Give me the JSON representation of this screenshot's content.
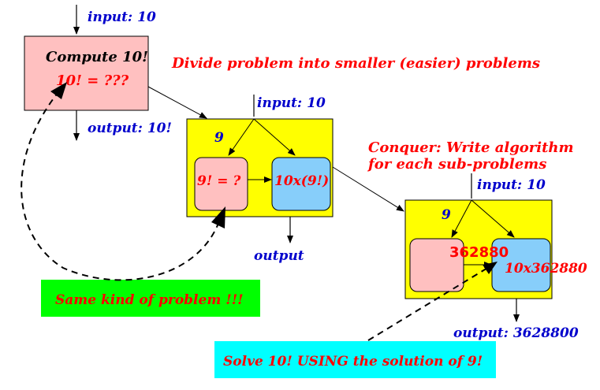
{
  "colors": {
    "pink": "#ffc0c0",
    "yellow": "#ffff00",
    "blue": "#87cefa",
    "green": "#00ff00",
    "cyan": "#00ffff",
    "label_blue": "#0000cc",
    "label_red": "#ff0000",
    "black": "#000000"
  },
  "top": {
    "input": "input: 10",
    "title": "Compute 10!",
    "expr": "10! = ???",
    "output": "output: 10!"
  },
  "divide_note": "Divide problem into smaller (easier) problems",
  "middle": {
    "input": "input: 10",
    "split_value": "9",
    "sub_left": "9! = ?",
    "sub_right": "10x(9!)",
    "output": "output"
  },
  "conquer_note": {
    "line1": "Conquer: Write algorithm",
    "line2": "for each sub-problems"
  },
  "right": {
    "input": "input: 10",
    "split_value": "9",
    "result": "362880",
    "sub_right": "10x362880",
    "output": "output: 3628800"
  },
  "same_kind_label": "Same kind of problem !!!",
  "solve_label": "Solve 10! USING the solution of 9!"
}
